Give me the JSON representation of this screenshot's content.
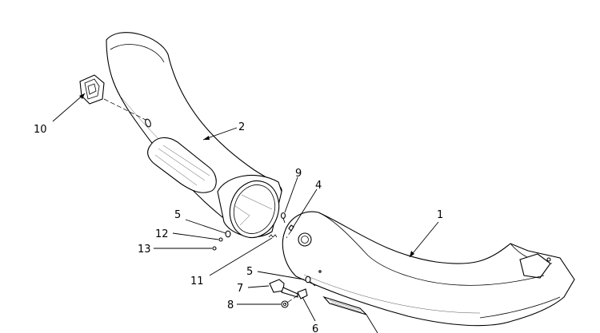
{
  "callouts": [
    {
      "id": "c1",
      "text": "1"
    },
    {
      "id": "c2",
      "text": "2"
    },
    {
      "id": "c4",
      "text": "4"
    },
    {
      "id": "c5a",
      "text": "5"
    },
    {
      "id": "c5b",
      "text": "5"
    },
    {
      "id": "c6",
      "text": "6"
    },
    {
      "id": "c7",
      "text": "7"
    },
    {
      "id": "c8",
      "text": "8"
    },
    {
      "id": "c9",
      "text": "9"
    },
    {
      "id": "c10",
      "text": "10"
    },
    {
      "id": "c11",
      "text": "11"
    },
    {
      "id": "c12",
      "text": "12"
    },
    {
      "id": "c13",
      "text": "13"
    }
  ]
}
